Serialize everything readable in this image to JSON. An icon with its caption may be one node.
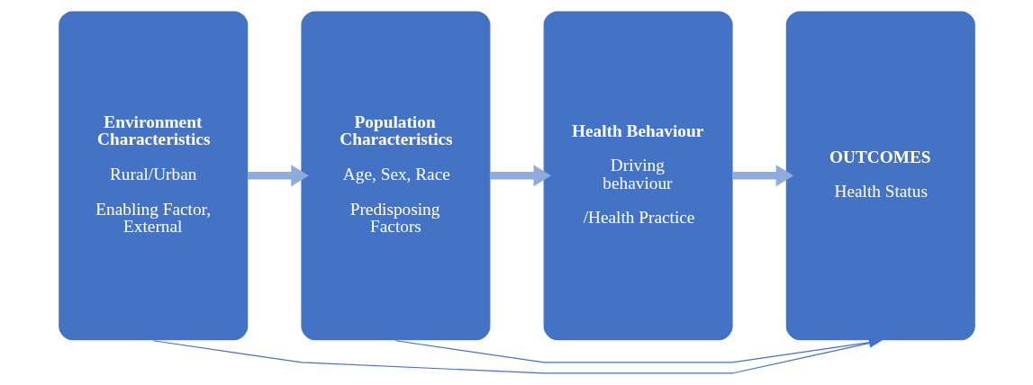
{
  "diagram": {
    "nodes": [
      {
        "text": [
          "Environment Characteristics",
          "Rural/Urban",
          "Enabling Factor, External"
        ]
      },
      {
        "text": [
          "Population Characteristics",
          "Age, Sex, Race",
          "Predisposing Factors"
        ]
      },
      {
        "text": [
          "Health Behaviour",
          "Driving behaviour",
          "/Health Practice"
        ]
      },
      {
        "text": [
          "OUTCOMES",
          "Health Status"
        ]
      }
    ],
    "edges": [
      {
        "from": 0,
        "to": 1,
        "arrow": "to"
      },
      {
        "from": 1,
        "to": 2,
        "arrow": "to"
      },
      {
        "from": 2,
        "to": 3,
        "arrow": "to"
      },
      {
        "from": 0,
        "to": 3,
        "arrow": "to",
        "color": "#4472c4"
      },
      {
        "from": 1,
        "to": 3,
        "arrow": "to",
        "color": "#4472c4"
      }
    ]
  }
}
